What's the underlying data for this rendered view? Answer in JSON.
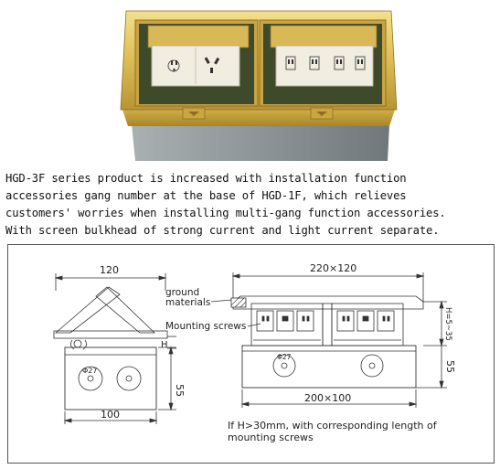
{
  "description": {
    "lines": [
      "HGD-3F series product is increased with installation function",
      "accessories gang number at the base of HGD-1F, which relieves",
      "customers' worries when installing multi-gang function accessories.",
      "With screen bulkhead of strong current and light current separate."
    ]
  },
  "drawing": {
    "side_view": {
      "top_width": "120",
      "bottom_width": "100",
      "height_dim": "55",
      "h_label": "H",
      "hole_label": "Φ27"
    },
    "front_view": {
      "overall": "220×120",
      "base": "200×100",
      "height_dim": "55",
      "h_range": "H=5~35",
      "hole_label": "Φ27"
    },
    "labels": {
      "ground": "ground",
      "materials": "materials",
      "mounting_screws": "Mounting screws"
    },
    "note_line1": "If H>30mm, with corresponding length of",
    "note_line2": "mounting screws"
  },
  "colors": {
    "brass_light": "#e3c760",
    "brass_dark": "#a8842a",
    "outlet_face": "#f1ede0",
    "base_gray": "#8d9699"
  }
}
